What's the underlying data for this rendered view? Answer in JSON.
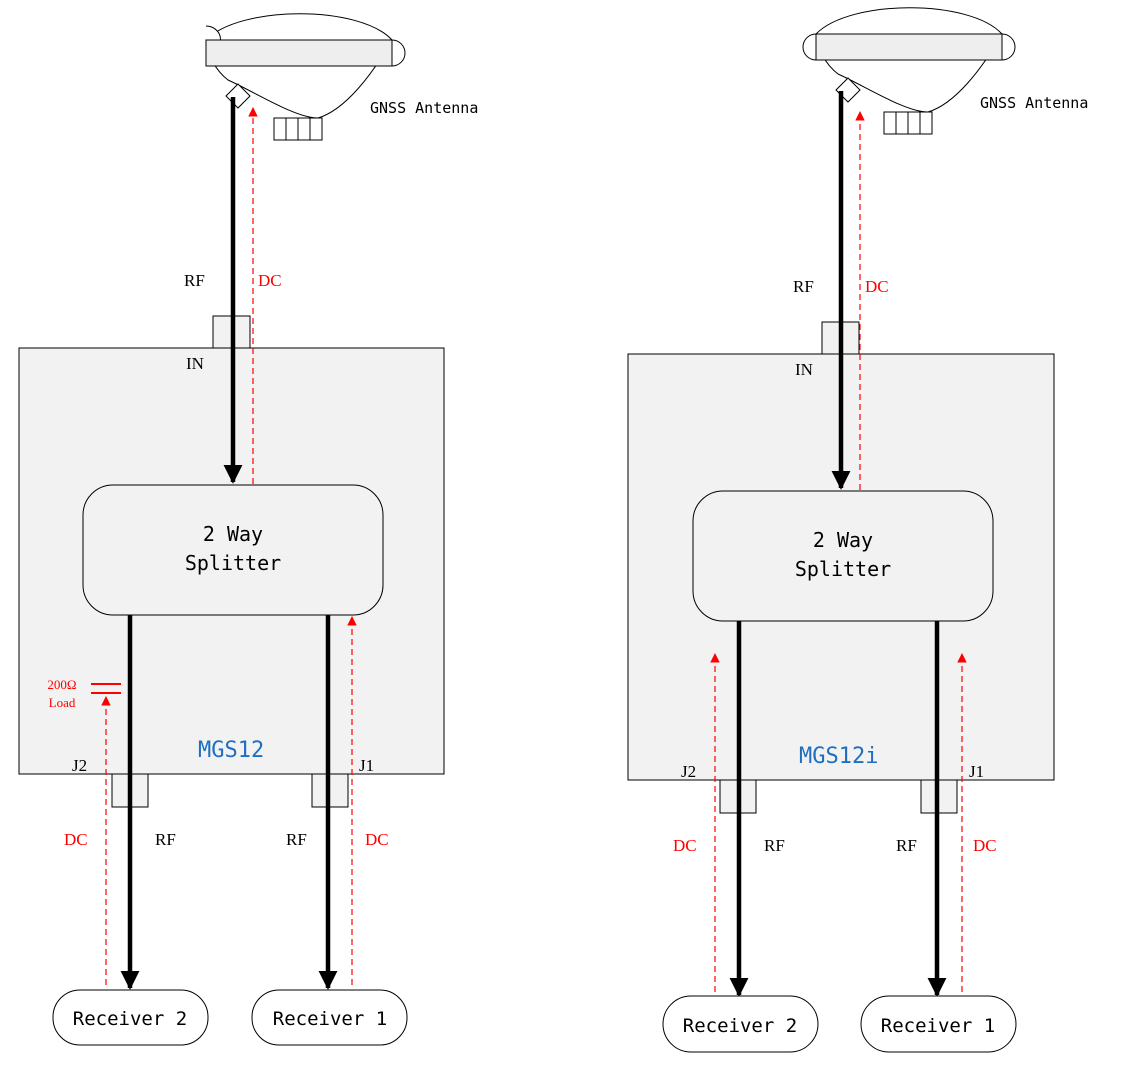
{
  "colors": {
    "rf": "#000000",
    "dc": "#ff0000",
    "device_label": "#1f6fc0",
    "box_fill": "#f2f2f2"
  },
  "diagrams": [
    {
      "antenna_label": "GNSS Antenna",
      "rf_label": "RF",
      "dc_label": "DC",
      "in_label": "IN",
      "splitter_line1": "2 Way",
      "splitter_line2": "Splitter",
      "device_label": "MGS12",
      "j2_label": "J2",
      "j1_label": "J1",
      "out_j2_dc": "DC",
      "out_j2_rf": "RF",
      "out_j1_rf": "RF",
      "out_j1_dc": "DC",
      "load_line1": "200Ω",
      "load_line2": "Load",
      "receiver2": "Receiver 2",
      "receiver1": "Receiver 1"
    },
    {
      "antenna_label": "GNSS Antenna",
      "rf_label": "RF",
      "dc_label": "DC",
      "in_label": "IN",
      "splitter_line1": "2 Way",
      "splitter_line2": "Splitter",
      "device_label": "MGS12i",
      "j2_label": "J2",
      "j1_label": "J1",
      "out_j2_dc": "DC",
      "out_j2_rf": "RF",
      "out_j1_rf": "RF",
      "out_j1_dc": "DC",
      "receiver2": "Receiver 2",
      "receiver1": "Receiver 1"
    }
  ]
}
